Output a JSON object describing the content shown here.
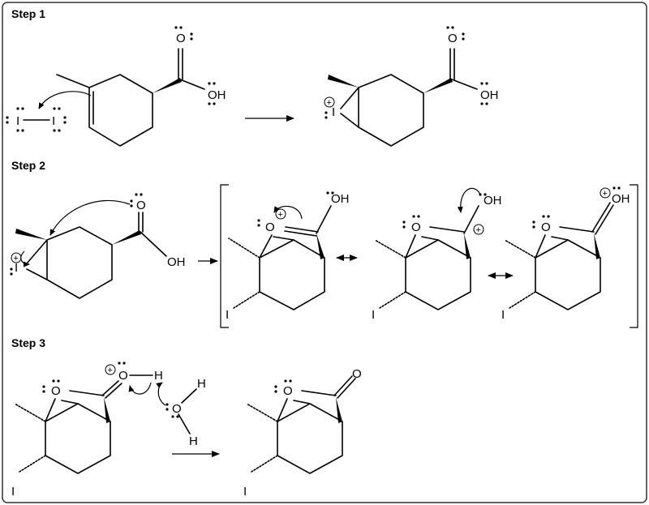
{
  "steps": {
    "step1": "Step 1",
    "step2": "Step 2",
    "step3": "Step 3"
  },
  "atoms": {
    "O": "O",
    "OH": "OH",
    "I": "I",
    "H": "H"
  },
  "charges": {
    "plus": "+"
  },
  "colors": {
    "ink": "#000000",
    "background": "#ffffff",
    "frame": "#333333"
  }
}
